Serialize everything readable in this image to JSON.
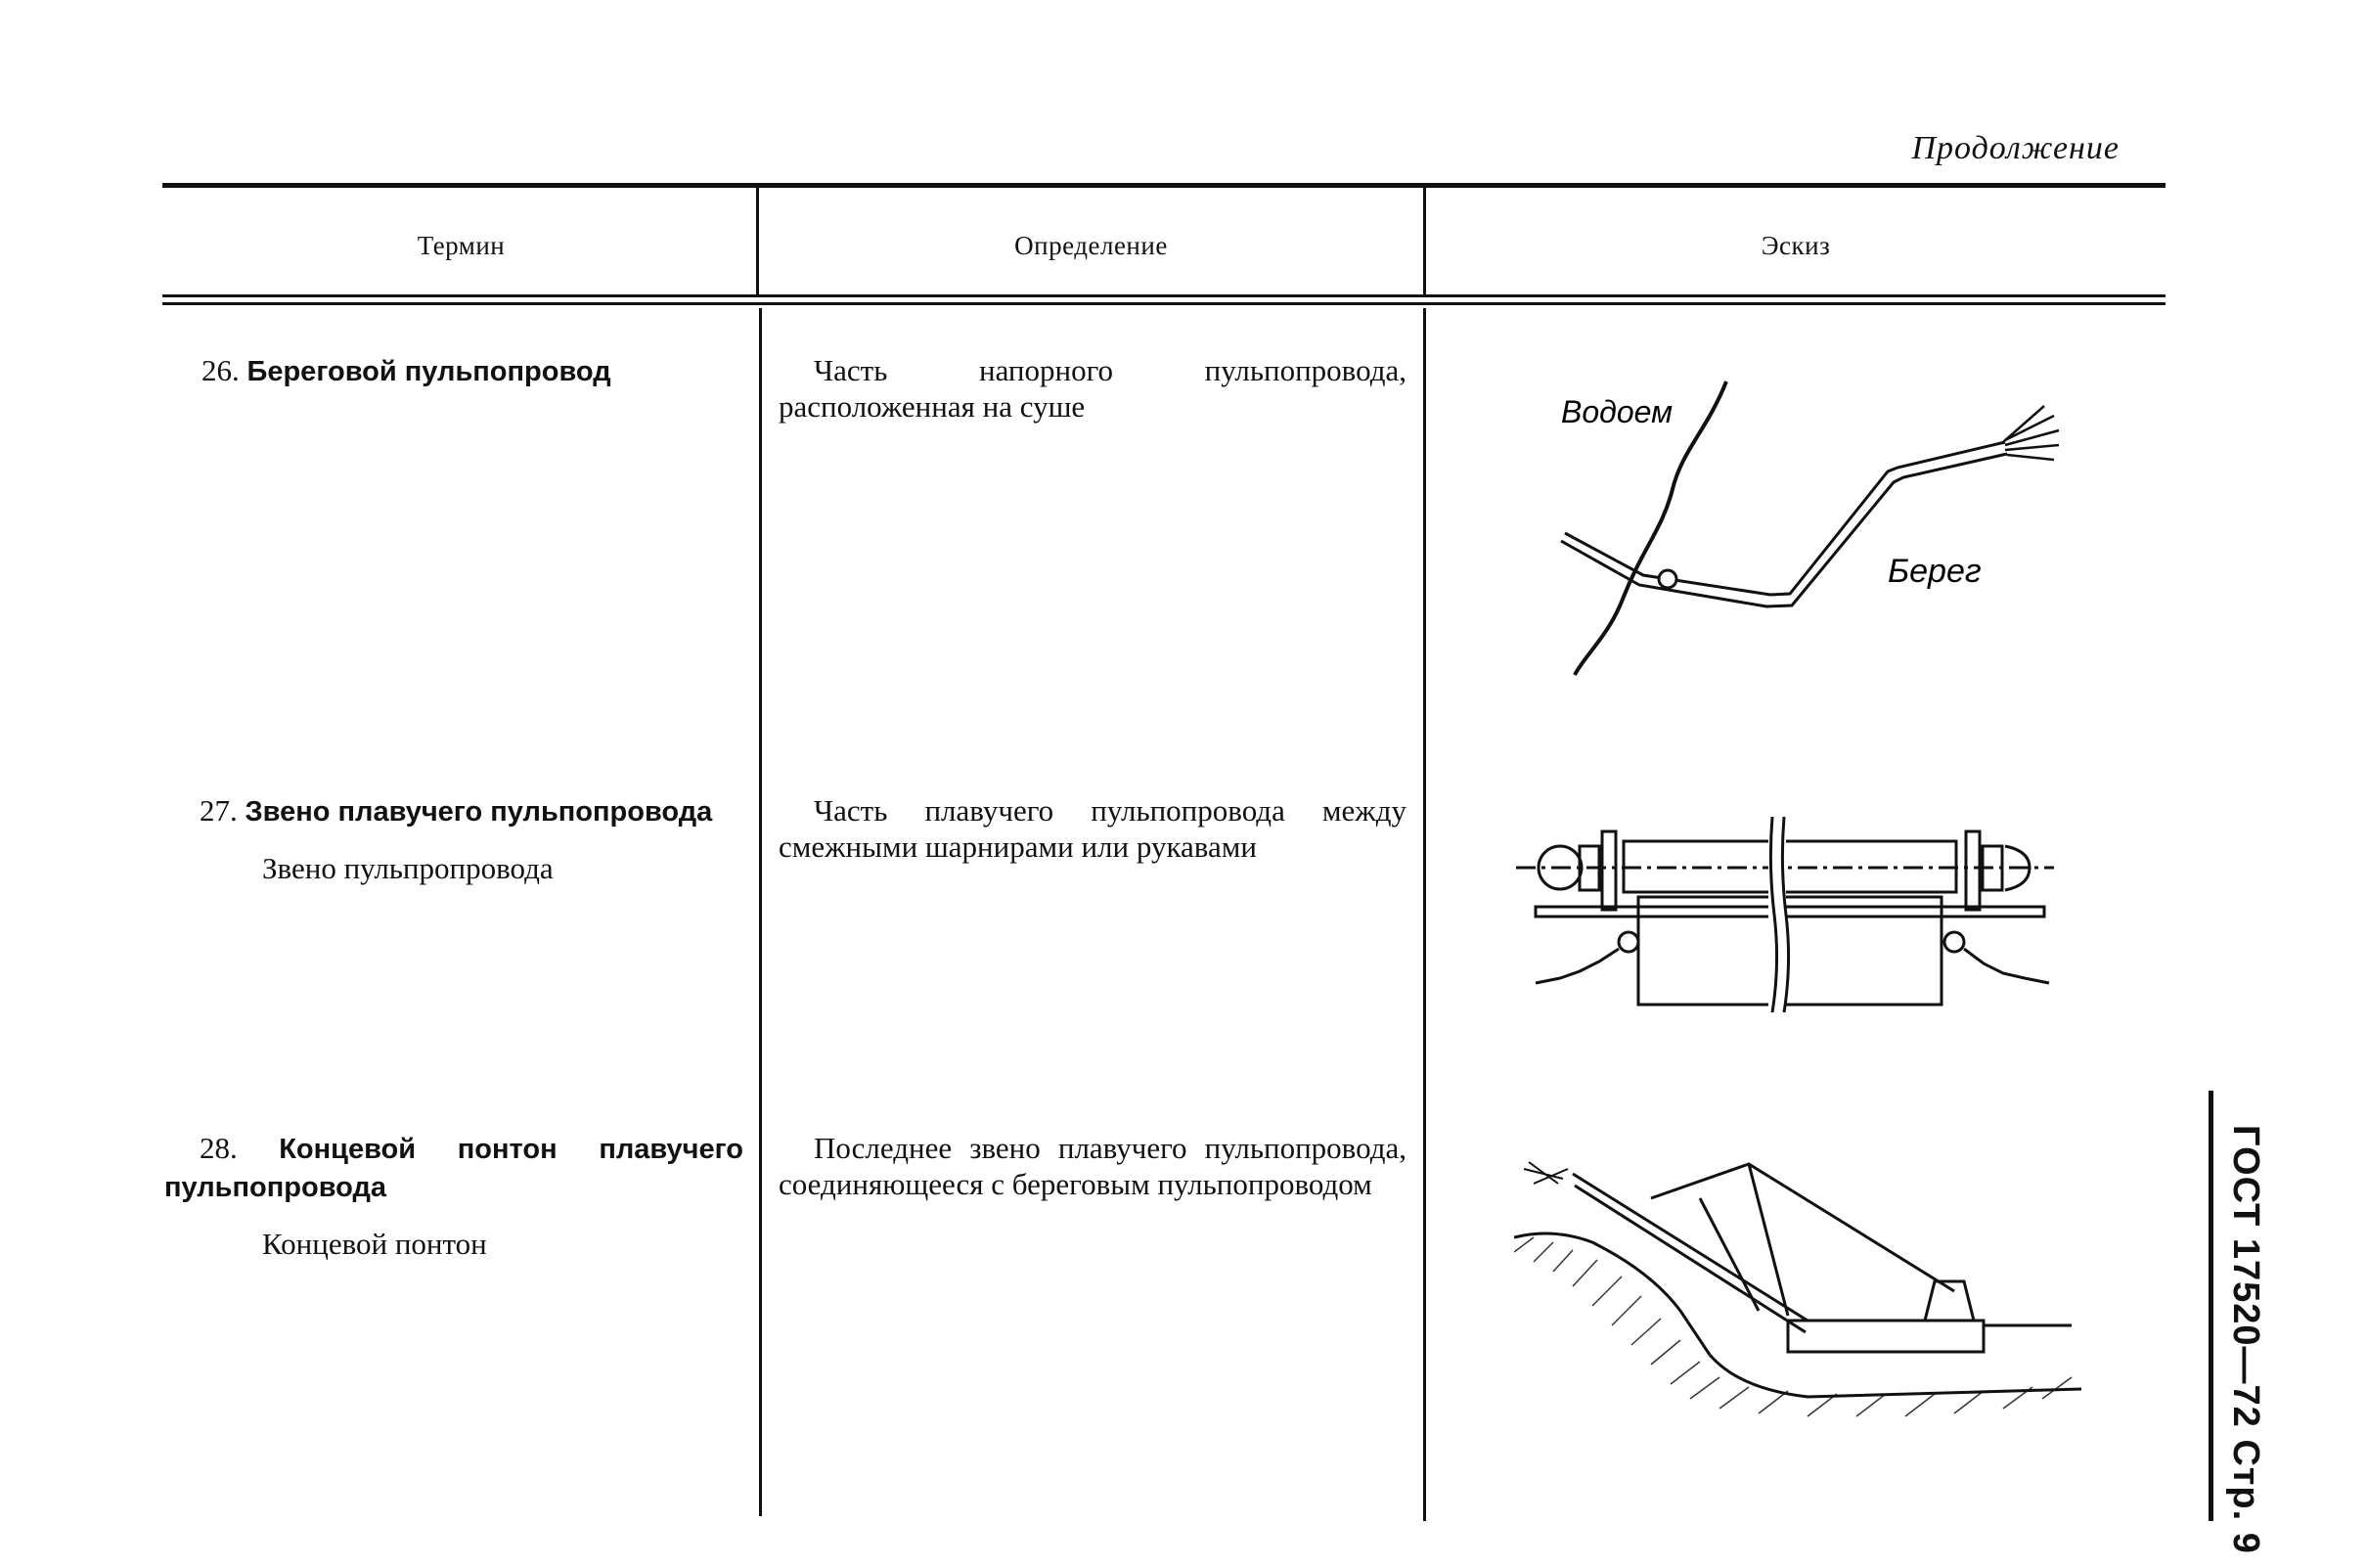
{
  "page": {
    "continuation": "Продолжение",
    "side_label": "ГОСТ 17520—72 Стр. 9"
  },
  "table": {
    "headers": {
      "term": "Термин",
      "definition": "Определение",
      "sketch": "Эскиз"
    },
    "rows": [
      {
        "number": "26.",
        "term": "Береговой пульпопровод",
        "synonym": "",
        "definition": "Часть напорного пульпопровода, расположенная на суше",
        "sketch": {
          "labels": [
            "Водоем",
            "Берег"
          ]
        }
      },
      {
        "number": "27.",
        "term": "Звено плавучего пульпопровода",
        "synonym": "Звено пульпропровода",
        "definition": "Часть плавучего пульпопровода между смежными шарнирами или рукавами",
        "sketch": {
          "labels": []
        }
      },
      {
        "number": "28.",
        "term": "Концевой понтон плавучего пульпопровода",
        "synonym": "Концевой понтон",
        "definition": "Последнее звено плавучего пульпопровода, соединяющееся с береговым пульпопроводом",
        "sketch": {
          "labels": []
        }
      }
    ]
  }
}
